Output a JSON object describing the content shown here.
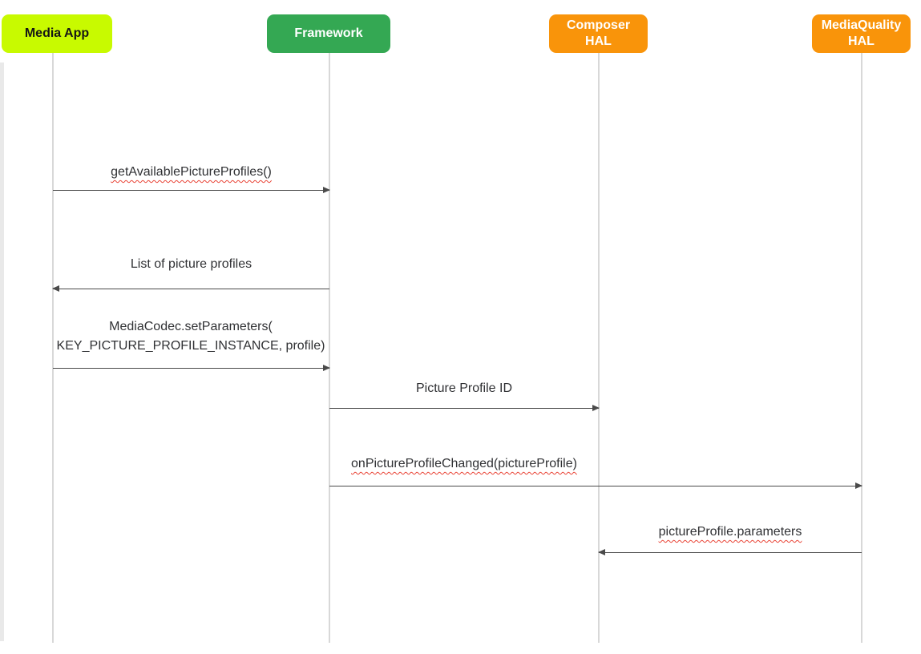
{
  "diagram": {
    "type": "sequence-diagram",
    "actors": [
      {
        "id": "media-app",
        "lines": [
          "Media App"
        ],
        "color": "#c8fa00",
        "text_color": "#161616"
      },
      {
        "id": "framework",
        "lines": [
          "Framework"
        ],
        "color": "#34a853",
        "text_color": "#ffffff"
      },
      {
        "id": "composer-hal",
        "lines": [
          "Composer",
          "HAL"
        ],
        "color": "#f9940a",
        "text_color": "#ffffff"
      },
      {
        "id": "mediaquality-hal",
        "lines": [
          "MediaQuality",
          "HAL"
        ],
        "color": "#f9940a",
        "text_color": "#ffffff"
      }
    ],
    "messages": [
      {
        "from": "media-app",
        "to": "framework",
        "label": "getAvailablePictureProfiles()",
        "spellcheck_underline": true
      },
      {
        "from": "framework",
        "to": "media-app",
        "label": "List of picture profiles",
        "spellcheck_underline": false
      },
      {
        "from": "media-app",
        "to": "framework",
        "lines": [
          "MediaCodec.setParameters(",
          "KEY_PICTURE_PROFILE_INSTANCE, profile)"
        ],
        "spellcheck_underline": false
      },
      {
        "from": "framework",
        "to": "composer-hal",
        "label": "Picture Profile ID",
        "spellcheck_underline": false
      },
      {
        "from": "framework",
        "to": "mediaquality-hal",
        "label": "onPictureProfileChanged(pictureProfile)",
        "spellcheck_underline": true
      },
      {
        "from": "mediaquality-hal",
        "to": "composer-hal",
        "label": "pictureProfile.parameters",
        "spellcheck_underline": true
      }
    ],
    "style": {
      "lifeline_color": "#d8d8d8",
      "arrow_color": "#4a4a4a",
      "label_color": "#303134",
      "spellcheck_color": "#e94335",
      "background": "#ffffff"
    }
  }
}
